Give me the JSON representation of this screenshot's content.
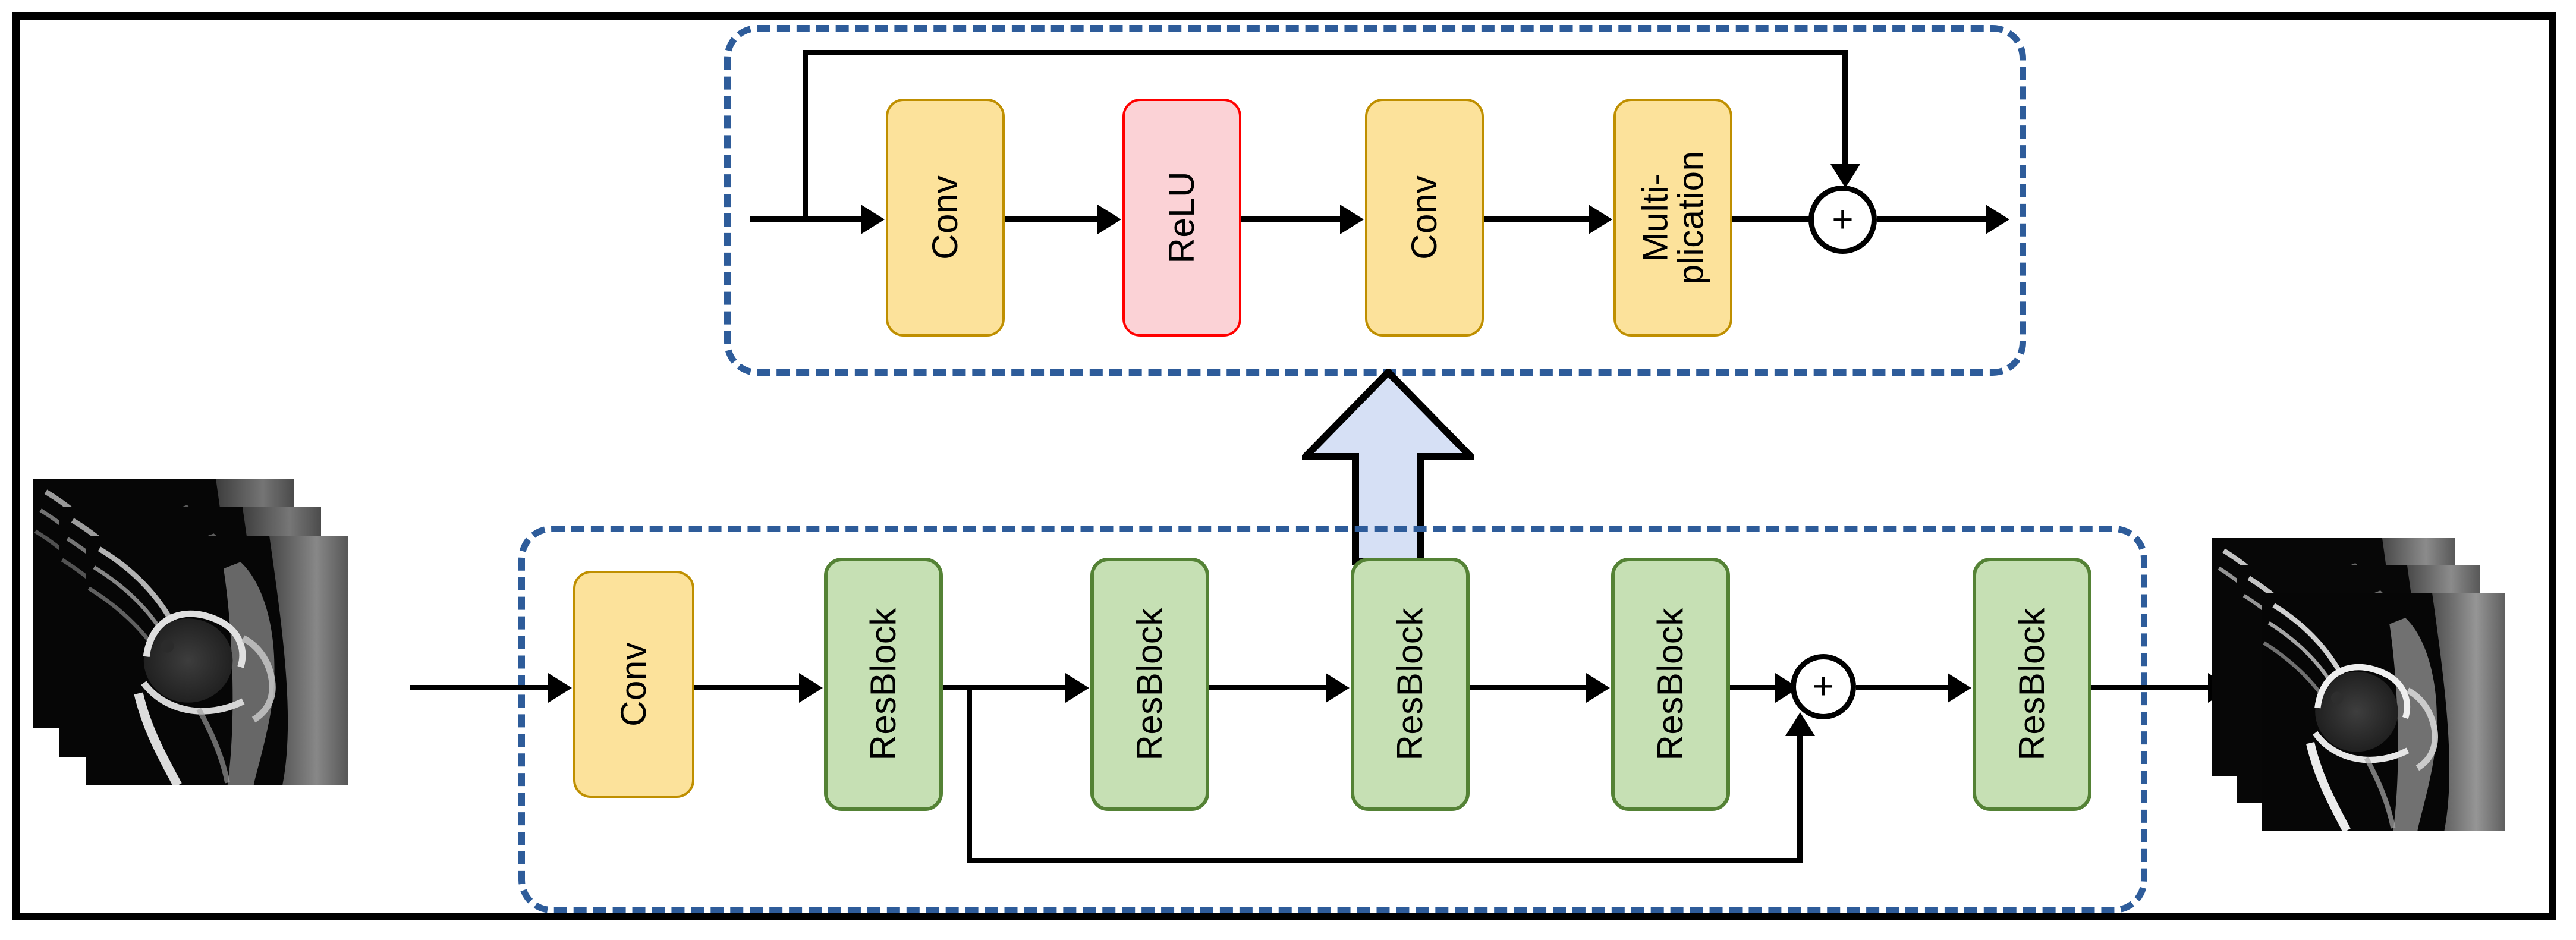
{
  "figure": {
    "type": "neural-network-architecture-diagram",
    "domain": "Diagram",
    "description": "MRI super-resolution / denoising residual network with an expanded ResBlock detail panel"
  },
  "colors": {
    "conv_fill": "#FCE29B",
    "conv_border": "#BF8F00",
    "relu_fill": "#FBD2D6",
    "relu_border": "#FF0000",
    "resblock_fill": "#C6E0B4",
    "resblock_border": "#548235",
    "panel_dashed_border": "#2E5C9A",
    "callout_arrow_fill": "#D6E0F5",
    "callout_arrow_border": "#000000",
    "connector": "#000000",
    "outer_frame": "#000000",
    "canvas_background": "#FFFFFF"
  },
  "detail_panel": {
    "name": "ResBlock detail",
    "blocks": [
      {
        "label": "Conv",
        "kind": "conv",
        "lines": [
          "Conv"
        ]
      },
      {
        "label": "ReLU",
        "kind": "relu",
        "lines": [
          "ReLU"
        ]
      },
      {
        "label": "Conv",
        "kind": "conv",
        "lines": [
          "Conv"
        ]
      },
      {
        "label": "Multi-plication",
        "kind": "conv",
        "lines": [
          "Multi-",
          "plication"
        ]
      }
    ],
    "sum_node": {
      "symbol": "+",
      "name": "addition"
    },
    "skip_connection": "identity skip from block input to the addition node"
  },
  "main_network": {
    "name": "Main network pipeline",
    "blocks": [
      {
        "label": "Conv",
        "kind": "conv"
      },
      {
        "label": "ResBlock",
        "kind": "resblock"
      },
      {
        "label": "ResBlock",
        "kind": "resblock"
      },
      {
        "label": "ResBlock",
        "kind": "resblock"
      },
      {
        "label": "ResBlock",
        "kind": "resblock"
      },
      {
        "label": "ResBlock",
        "kind": "resblock"
      }
    ],
    "sum_node": {
      "symbol": "+",
      "name": "addition"
    },
    "skip_connection": "long skip from after first ResBlock to the addition node before the last ResBlock"
  },
  "callout": {
    "name": "expansion-arrow",
    "direction": "up",
    "from": "third ResBlock of main network",
    "to": "ResBlock detail panel"
  },
  "input_stack": {
    "name": "input MRI slices",
    "slice_count": 3,
    "modality": "MRI",
    "anatomy": "hip / pelvis sagittal"
  },
  "output_stack": {
    "name": "output MRI slices",
    "slice_count": 3,
    "modality": "MRI",
    "anatomy": "hip / pelvis sagittal"
  }
}
